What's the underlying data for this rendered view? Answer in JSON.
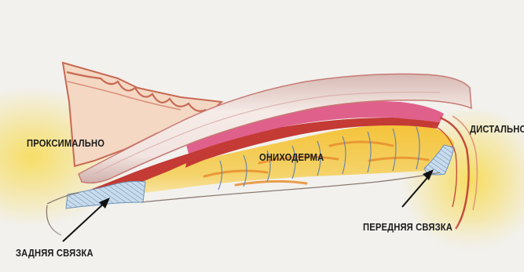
{
  "labels": {
    "proximal": "ПРОКСИМАЛЬНО",
    "distal": "ДИСТАЛЬНО",
    "onychodermis": "ОНИХОДЕРМА",
    "posterior_ligament": "ЗАДНЯЯ СВЯЗКА",
    "anterior_ligament": "ПЕРЕДНЯЯ СВЯЗКА"
  },
  "colors": {
    "background": "#f2f1ee",
    "nail_plate": "#ecdcd6",
    "nail_pink": "#e0608c",
    "nail_red": "#c43a34",
    "dermis_yellow": "#f1c23f",
    "ligament_blue": "#9fbfd8",
    "skin_fold": "#f3d7c2",
    "glow_yellow": "#f6df6a"
  }
}
